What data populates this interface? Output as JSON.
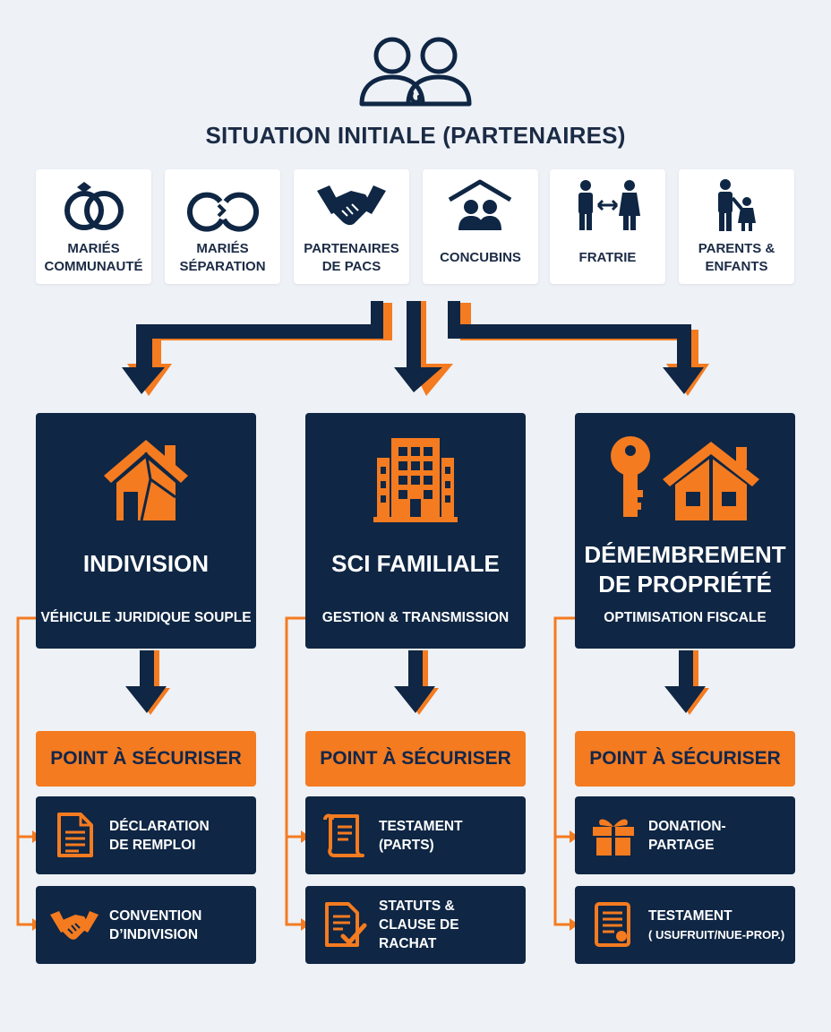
{
  "title": "SITUATION INITIALE (PARTENAIRES)",
  "situations": [
    {
      "label_1": "MARIÉS",
      "label_2": "COMMUNAUTÉ",
      "icon": "wedding-rings-icon"
    },
    {
      "label_1": "MARIÉS",
      "label_2": "SÉPARATION",
      "icon": "broken-rings-icon"
    },
    {
      "label_1": "PARTENAIRES",
      "label_2": "DE PACS",
      "icon": "handshake-icon"
    },
    {
      "label_1": "CONCUBINS",
      "label_2": "",
      "icon": "couple-under-roof-icon"
    },
    {
      "label_1": "FRATRIE",
      "label_2": "",
      "icon": "siblings-icon"
    },
    {
      "label_1": "PARENTS &",
      "label_2": "ENFANTS",
      "icon": "parent-child-icon"
    }
  ],
  "options": [
    {
      "title_1": "INDIVISION",
      "title_2": "",
      "subtitle": "VÉHICULE JURIDIQUE SOUPLE",
      "icon": "split-house-icon",
      "point_label": "POINT À SÉCURISER",
      "items": [
        {
          "line_1": "DÉCLARATION",
          "line_2": "DE REMPLOI",
          "icon": "document-icon"
        },
        {
          "line_1": "CONVENTION",
          "line_2": "D’INDIVISION",
          "icon": "handshake-icon"
        }
      ]
    },
    {
      "title_1": "SCI FAMILIALE",
      "title_2": "",
      "subtitle": "GESTION & TRANSMISSION",
      "icon": "building-icon",
      "point_label": "POINT À SÉCURISER",
      "items": [
        {
          "line_1": "TESTAMENT",
          "line_2": "(PARTS)",
          "icon": "scroll-icon"
        },
        {
          "line_1": "STATUTS &",
          "line_2": "CLAUSE DE RACHAT",
          "icon": "checked-document-icon"
        }
      ]
    },
    {
      "title_1": "DÉMEMBREMENT",
      "title_2": "DE PROPRIÉTÉ",
      "subtitle": "OPTIMISATION FISCALE",
      "icon": "key-and-house-icon",
      "point_label": "POINT À SÉCURISER",
      "items": [
        {
          "line_1": "DONATION-PARTAGE",
          "line_2": "",
          "icon": "gift-icon"
        },
        {
          "line_1": "TESTAMENT",
          "line_2": "( USUFRUIT/NUE-PROP.)",
          "icon": "certificate-icon"
        }
      ]
    }
  ],
  "colors": {
    "navy": "#0f2644",
    "orange": "#f47b20",
    "background": "#eef1f6"
  }
}
